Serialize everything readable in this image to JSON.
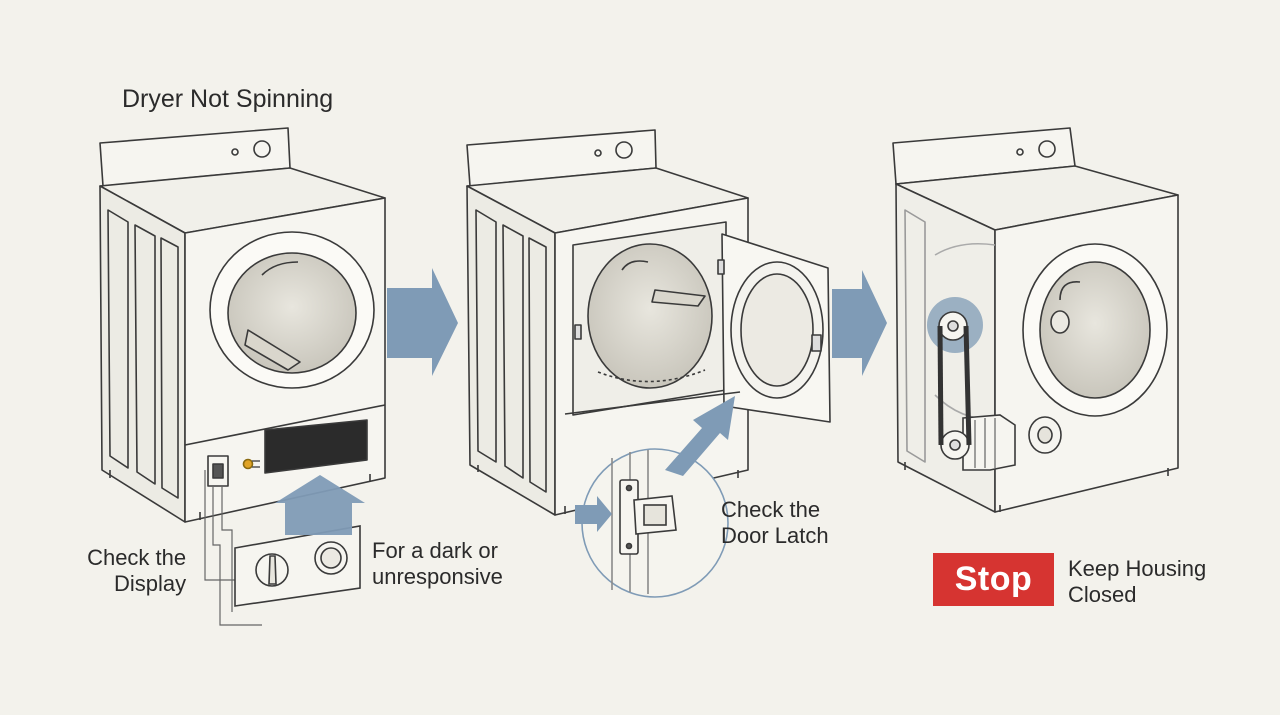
{
  "title": "Dryer Not Spinning",
  "steps": [
    {
      "label_lines": [
        "Check the",
        "Display"
      ],
      "note_lines": [
        "For a dark or",
        "unresponsive"
      ]
    },
    {
      "label_lines": [
        "Check the",
        "Door Latch"
      ]
    },
    {
      "badge": "Stop",
      "label_lines": [
        "Keep Housing",
        "Closed"
      ]
    }
  ],
  "colors": {
    "background": "#f3f2ec",
    "arrow": "#7f9bb6",
    "stop_badge": "#d63431",
    "ink": "#333333",
    "panel": "#2b2b2b",
    "plug": "#e0a326"
  },
  "icons": [
    "power-plug-icon",
    "knob-icon",
    "door-latch-icon",
    "motor-pulley-icon",
    "drive-belt-icon"
  ]
}
